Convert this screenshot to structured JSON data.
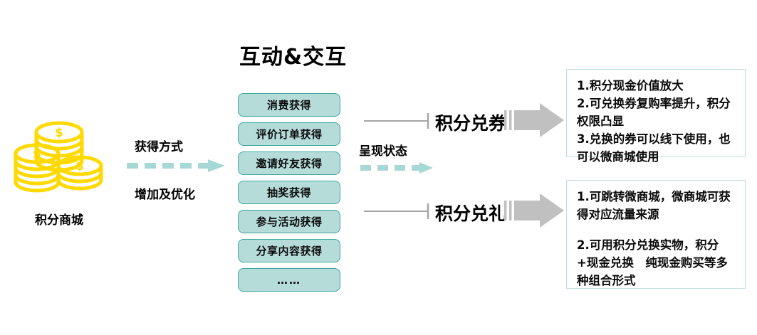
{
  "title": "互动&交互",
  "source": {
    "icon": "coin-stack-icon",
    "label": "积分商城",
    "color": "#ffd900"
  },
  "flow_labels": {
    "left_top": "获得方式",
    "left_bottom": "增加及优化",
    "middle": "呈现状态"
  },
  "methods": [
    {
      "label": "消费获得"
    },
    {
      "label": "评价订单获得"
    },
    {
      "label": "邀请好友获得"
    },
    {
      "label": "抽奖获得"
    },
    {
      "label": "参与活动获得"
    },
    {
      "label": "分享内容获得"
    },
    {
      "label": "……"
    }
  ],
  "outcomes": [
    {
      "label": "积分兑券",
      "results": [
        "1.积分现金价值放大",
        "2.可兑换券复购率提升，积分权限凸显",
        "3.兑换的券可以线下使用，也可以微商城使用"
      ]
    },
    {
      "label": "积分兑礼",
      "results": [
        "1.可跳转微商城，微商城可获得对应流量来源",
        "2.可用积分兑换实物，积分+现金兑换　纯现金购买等多种组合形式"
      ]
    }
  ],
  "colors": {
    "box_fill": "#b6dcda",
    "box_border": "#3aa6a0",
    "dashed_arrow": "#a6d8d6",
    "block_arrow": "#c0c0c0",
    "connector_line": "#a6a6a6",
    "panel_border": "#bfe0de",
    "coin": "#ffd900"
  }
}
